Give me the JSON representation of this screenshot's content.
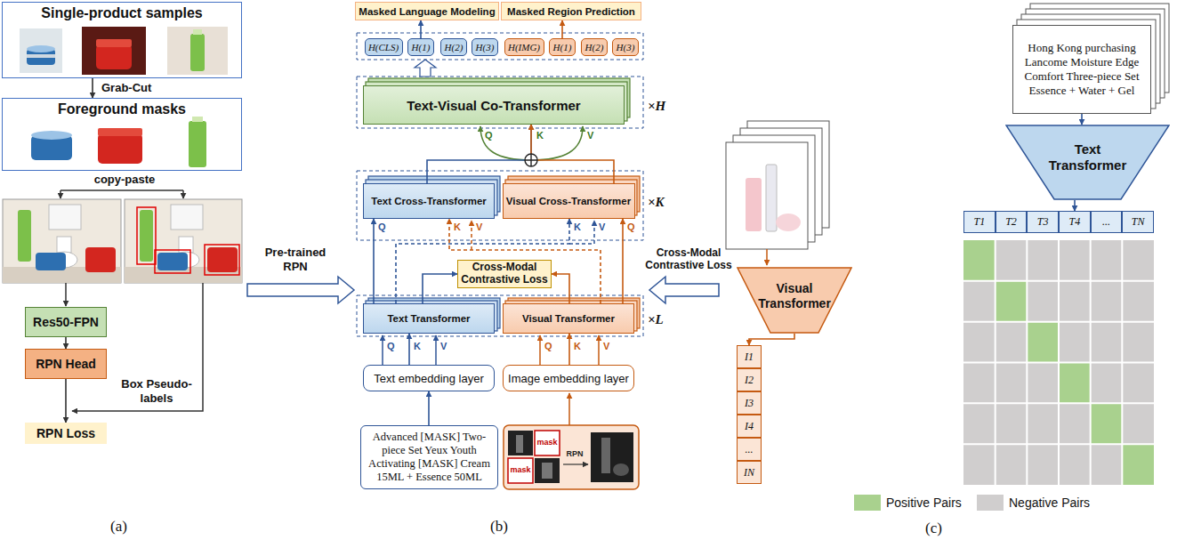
{
  "diagram": {
    "nodes": [
      {
        "text": [
          "Single-product samples"
        ]
      },
      {
        "text": [
          "Foreground masks"
        ]
      },
      {
        "text": [
          "Res50-FPN"
        ]
      },
      {
        "text": [
          "RPN Head"
        ]
      },
      {
        "text": [
          "RPN Loss"
        ]
      },
      {
        "text": [
          "Masked Language Modeling"
        ]
      },
      {
        "text": [
          "Masked Region Prediction"
        ]
      },
      {
        "text": [
          "H(CLS)"
        ]
      },
      {
        "text": [
          "H(1)"
        ]
      },
      {
        "text": [
          "H(2)"
        ]
      },
      {
        "text": [
          "H(3)"
        ]
      },
      {
        "text": [
          "H(IMG)"
        ]
      },
      {
        "text": [
          "H(1)"
        ]
      },
      {
        "text": [
          "H(2)"
        ]
      },
      {
        "text": [
          "H(3)"
        ]
      },
      {
        "text": [
          "Text-Visual Co-Transformer"
        ]
      },
      {
        "text": [
          "Text Cross-Transformer"
        ]
      },
      {
        "text": [
          "Visual Cross-Transformer"
        ]
      },
      {
        "text": [
          "Cross-Modal Contrastive Loss"
        ]
      },
      {
        "text": [
          "Text Transformer"
        ]
      },
      {
        "text": [
          "Visual Transformer"
        ]
      },
      {
        "text": [
          "Text embedding layer"
        ]
      },
      {
        "text": [
          "Image embedding layer"
        ]
      },
      {
        "text": [
          "Advanced [MASK] Two-piece Set Yeux Youth Activating [MASK] Cream 15ML + Essence 50ML"
        ]
      },
      {
        "text": [
          "Visual Transformer"
        ]
      },
      {
        "text": [
          "Hong Kong purchasing Lancome Moisture Edge Comfort Three-piece Set Essence + Water + Gel"
        ]
      },
      {
        "text": [
          "Text Transformer"
        ]
      },
      {
        "text": [
          "I1"
        ]
      },
      {
        "text": [
          "I2"
        ]
      },
      {
        "text": [
          "I3"
        ]
      },
      {
        "text": [
          "I4"
        ]
      },
      {
        "text": [
          "..."
        ]
      },
      {
        "text": [
          "IN"
        ]
      },
      {
        "text": [
          "T1"
        ]
      },
      {
        "text": [
          "T2"
        ]
      },
      {
        "text": [
          "T3"
        ]
      },
      {
        "text": [
          "T4"
        ]
      },
      {
        "text": [
          "..."
        ]
      },
      {
        "text": [
          "TN"
        ]
      }
    ],
    "edges": [
      {
        "from": 0,
        "to": 1,
        "arrow": "to",
        "label": "Grab-Cut"
      },
      {
        "from": 2,
        "to": 3,
        "arrow": "to"
      },
      {
        "from": 3,
        "to": 4,
        "arrow": "to"
      },
      {
        "from": 8,
        "to": 5,
        "arrow": "to"
      },
      {
        "from": 12,
        "to": 6,
        "arrow": "to"
      },
      {
        "from": 16,
        "to": 15,
        "arrow": "to"
      },
      {
        "from": 17,
        "to": 15,
        "arrow": "to"
      },
      {
        "from": 19,
        "to": 16,
        "arrow": "to"
      },
      {
        "from": 19,
        "to": 17,
        "arrow": "to"
      },
      {
        "from": 20,
        "to": 16,
        "arrow": "to"
      },
      {
        "from": 20,
        "to": 17,
        "arrow": "to"
      },
      {
        "from": 19,
        "to": 18,
        "arrow": "to"
      },
      {
        "from": 20,
        "to": 18,
        "arrow": "to"
      },
      {
        "from": 21,
        "to": 19,
        "arrow": "to"
      },
      {
        "from": 22,
        "to": 20,
        "arrow": "to"
      },
      {
        "from": 23,
        "to": 21,
        "arrow": "to"
      },
      {
        "from": 24,
        "to": 27,
        "arrow": "to"
      },
      {
        "from": 25,
        "to": 26,
        "arrow": "to"
      },
      {
        "from": 26,
        "to": 36,
        "arrow": "to"
      }
    ],
    "labels": [
      "copy-paste",
      "Box Pseudo-labels",
      "(a)",
      "Pre-trained RPN",
      "×H",
      "Q",
      "K",
      "V",
      "×K",
      "Q",
      "K",
      "V",
      "K",
      "V",
      "Q",
      "×L",
      "Q",
      "K",
      "V",
      "Q",
      "K",
      "V",
      "mask",
      "mask",
      "RPN",
      "(b)",
      "Cross-Modal Contrastive Loss",
      "(c)"
    ],
    "legend": [
      {
        "text": "Positive Pairs",
        "color": "#a9d18e"
      },
      {
        "text": "Negative Pairs",
        "color": "#d0cece"
      }
    ]
  }
}
